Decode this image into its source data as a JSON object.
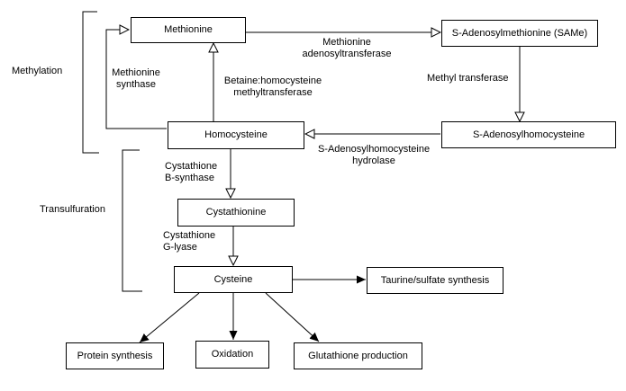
{
  "nodes": {
    "methionine": "Methionine",
    "same": "S-Adenosylmethionine (SAMe)",
    "sah": "S-Adenosylhomocysteine",
    "homocysteine": "Homocysteine",
    "cystathionine": "Cystathionine",
    "cysteine": "Cysteine",
    "taurine": "Taurine/sulfate synthesis",
    "protein": "Protein synthesis",
    "oxidation": "Oxidation",
    "glutathione": "Glutathione production"
  },
  "enzymes": {
    "mat": [
      "Methionine",
      "adenosyltransferase"
    ],
    "methyl_transferase": "Methyl transferase",
    "sah_hydrolase": [
      "S-Adenosylhomocysteine",
      "hydrolase"
    ],
    "methionine_synthase": [
      "Methionine",
      "synthase"
    ],
    "bhmt": [
      "Betaine:homocysteine",
      "methyltransferase"
    ],
    "cbs": [
      "Cystathione",
      "B-synthase"
    ],
    "cgl": [
      "Cystathione",
      "G-lyase"
    ]
  },
  "groups": {
    "methylation": "Methylation",
    "transulfuration": "Transulfuration"
  }
}
